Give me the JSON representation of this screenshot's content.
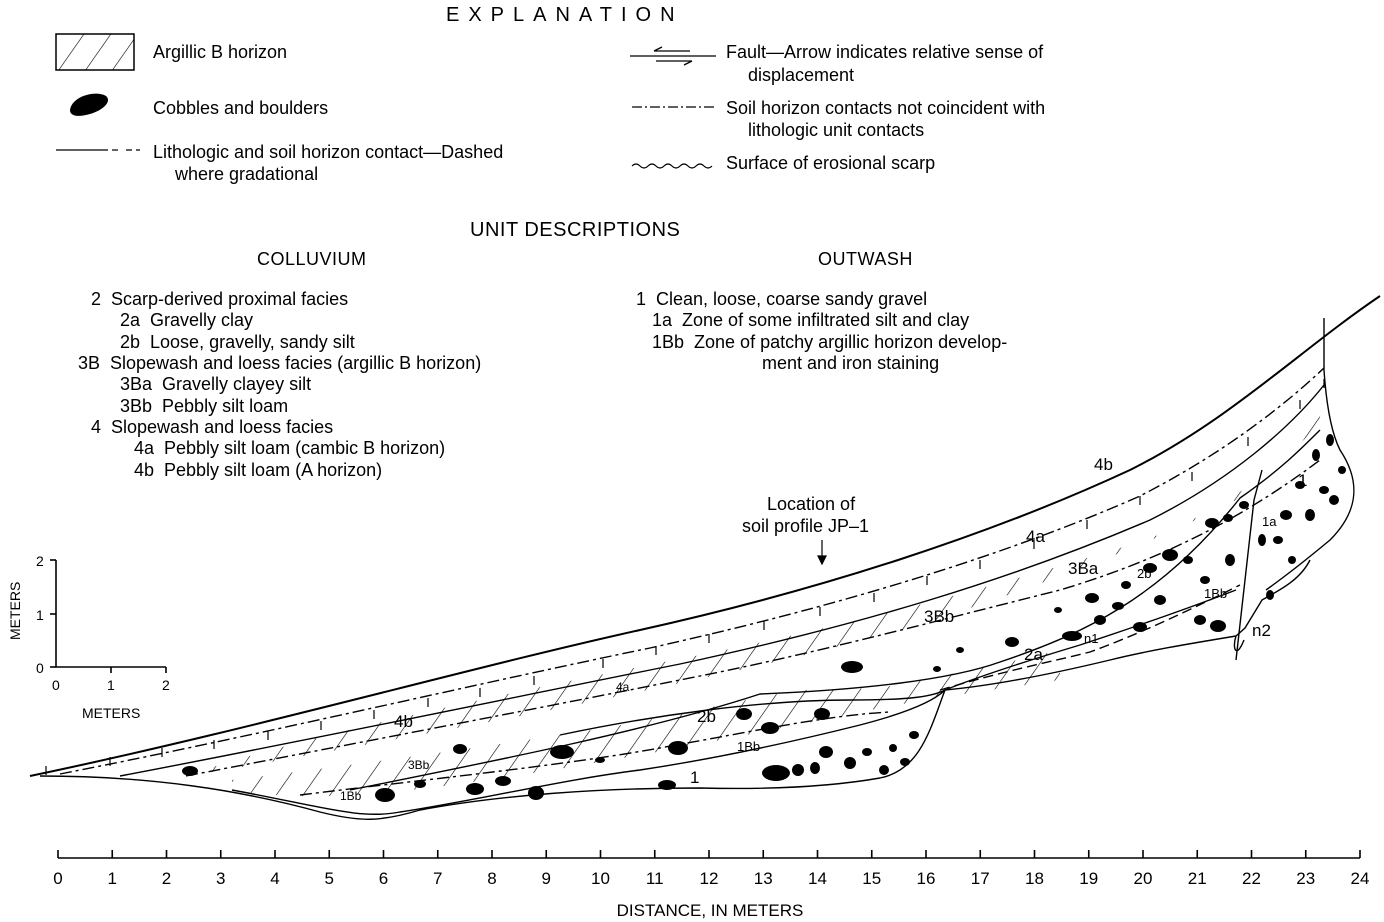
{
  "explanation": {
    "title": "EXPLANATION",
    "argillic": "Argillic B horizon",
    "cobbles": "Cobbles and boulders",
    "contact_line1": "Lithologic and soil horizon contact—Dashed",
    "contact_line2": "where gradational",
    "fault_line1": "Fault—Arrow indicates relative sense of",
    "fault_line2": "displacement",
    "soil_line1": "Soil horizon contacts not coincident with",
    "soil_line2": "lithologic unit contacts",
    "scarp": "Surface of erosional scarp"
  },
  "units": {
    "title": "UNIT DESCRIPTIONS",
    "colluvium": {
      "heading": "COLLUVIUM",
      "lines": [
        "2  Scarp-derived proximal facies",
        "2a  Gravelly clay",
        "2b  Loose, gravelly, sandy silt",
        "3B  Slopewash and loess facies (argillic B horizon)",
        "3Ba  Gravelly clayey silt",
        "3Bb  Pebbly silt loam",
        "4  Slopewash and loess facies",
        "4a  Pebbly silt loam (cambic B horizon)",
        "4b  Pebbly silt loam (A horizon)"
      ]
    },
    "outwash": {
      "heading": "OUTWASH",
      "lines": [
        "1  Clean, loose, coarse sandy gravel",
        "1a  Zone of some infiltrated silt and clay",
        "1Bb  Zone of patchy argillic horizon develop-",
        "ment and iron staining"
      ]
    }
  },
  "location_note": [
    "Location of",
    "soil profile JP–1"
  ],
  "scale_bar": {
    "vertical_title": "METERS",
    "vertical_ticks": [
      "2",
      "1",
      "0"
    ],
    "horizontal_ticks": [
      "0",
      "1",
      "2"
    ],
    "horizontal_title": "METERS"
  },
  "x_axis": {
    "title": "DISTANCE, IN METERS",
    "ticks": [
      "0",
      "1",
      "2",
      "3",
      "4",
      "5",
      "6",
      "7",
      "8",
      "9",
      "10",
      "11",
      "12",
      "13",
      "14",
      "15",
      "16",
      "17",
      "18",
      "19",
      "20",
      "21",
      "22",
      "23",
      "24"
    ]
  },
  "unit_labels": [
    {
      "id": "4b-right",
      "text": "4b"
    },
    {
      "id": "4a-right",
      "text": "4a"
    },
    {
      "id": "3Ba",
      "text": "3Ba"
    },
    {
      "id": "2b-right",
      "text": "2b"
    },
    {
      "id": "1Bb-right",
      "text": "1Bb"
    },
    {
      "id": "1a",
      "text": "1a"
    },
    {
      "id": "1-right",
      "text": "1"
    },
    {
      "id": "n1",
      "text": "n1"
    },
    {
      "id": "n2",
      "text": "n2"
    },
    {
      "id": "2a",
      "text": "2a"
    },
    {
      "id": "3Bb-mid",
      "text": "3Bb"
    },
    {
      "id": "4a-mid",
      "text": "4a"
    },
    {
      "id": "4b-left",
      "text": "4b"
    },
    {
      "id": "2b-left",
      "text": "2b"
    },
    {
      "id": "1Bb-mid",
      "text": "1Bb"
    },
    {
      "id": "1-left",
      "text": "1"
    },
    {
      "id": "3Bb-left",
      "text": "3Bb"
    },
    {
      "id": "1Bb-left",
      "text": "1Bb"
    }
  ],
  "colors": {
    "ink": "#000000",
    "paper": "#ffffff"
  }
}
